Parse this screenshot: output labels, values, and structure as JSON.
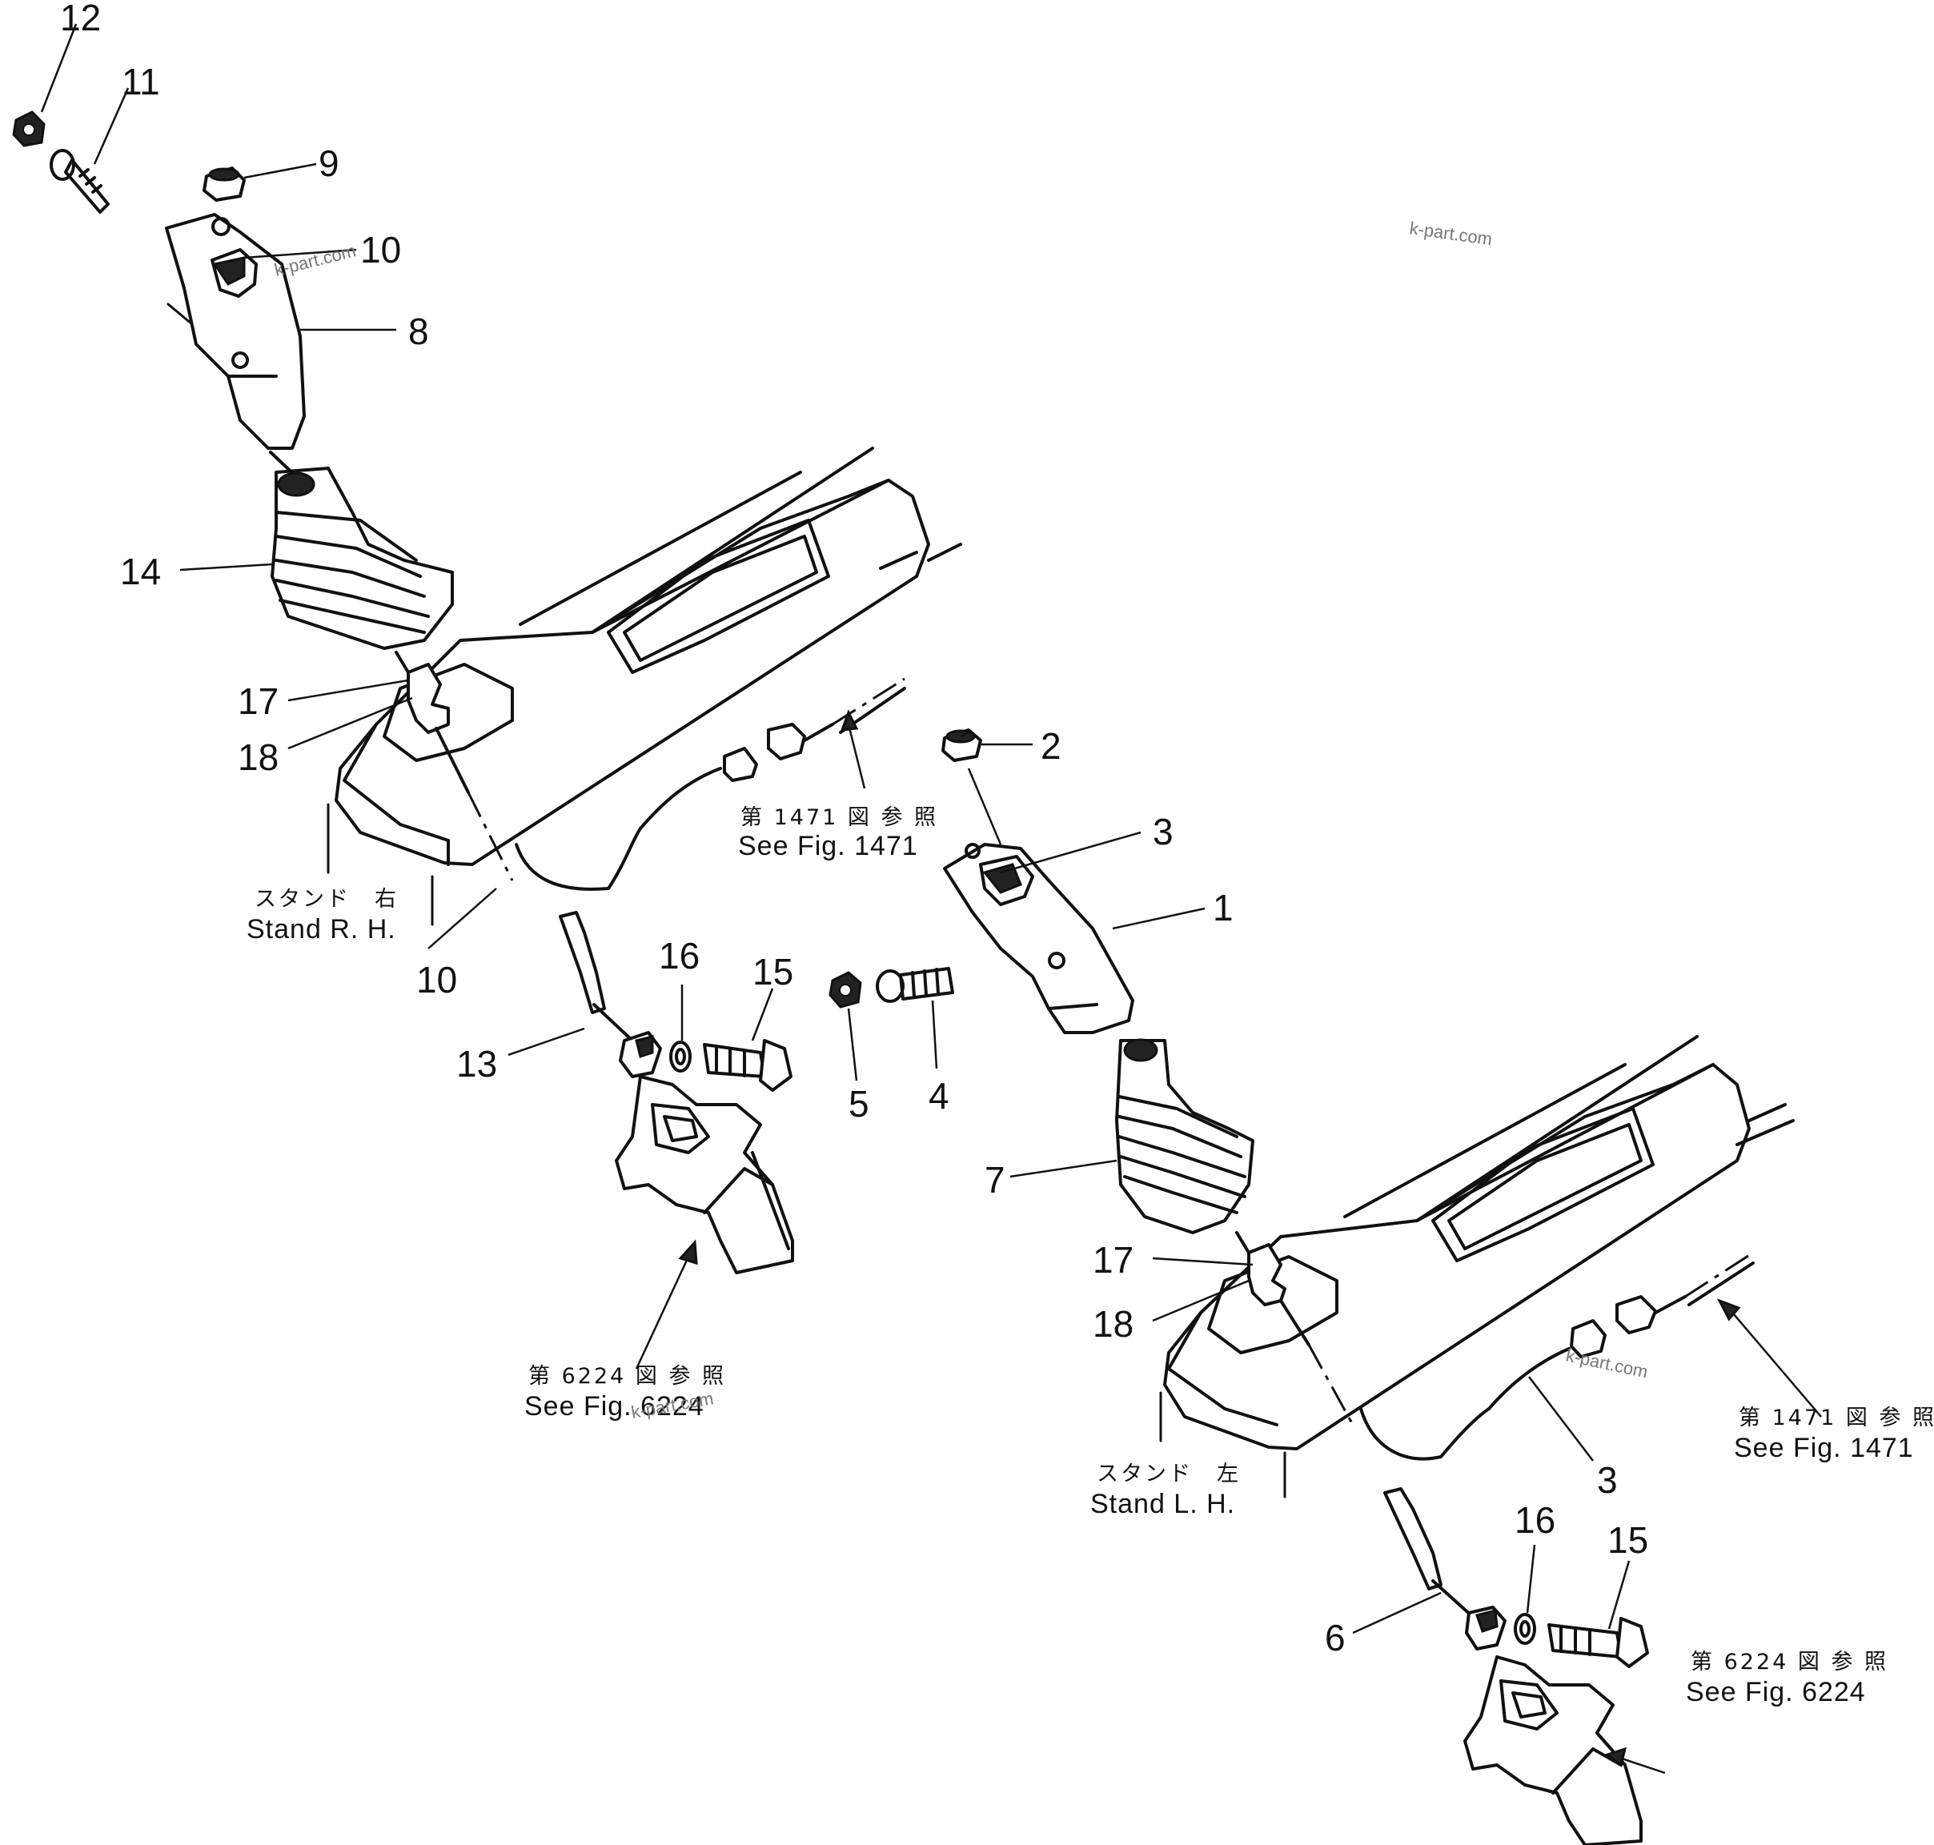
{
  "callouts": {
    "c1": "1",
    "c2": "2",
    "c3a": "3",
    "c3b": "3",
    "c4": "4",
    "c5": "5",
    "c6": "6",
    "c7": "7",
    "c8": "8",
    "c9": "9",
    "c10a": "10",
    "c10b": "10",
    "c11": "11",
    "c12": "12",
    "c13": "13",
    "c14": "14",
    "c15a": "15",
    "c15b": "15",
    "c16a": "16",
    "c16b": "16",
    "c17a": "17",
    "c17b": "17",
    "c18a": "18",
    "c18b": "18"
  },
  "notes": {
    "stand_rh_jp": "スタンド　右",
    "stand_rh_en": "Stand  R. H.",
    "stand_lh_jp": "スタンド　左",
    "stand_lh_en": "Stand  L. H.",
    "ref1471_top_jp": "第 1471 図 参 照",
    "ref1471_top_en": "See Fig. 1471",
    "ref1471_right_jp": "第 1471 図 参 照",
    "ref1471_right_en": "See Fig. 1471",
    "ref6224_mid_jp": "第 6224 図 参 照",
    "ref6224_mid_en": "See Fig. 6224",
    "ref6224_right_jp": "第 6224 図 参 照",
    "ref6224_right_en": "See Fig. 6224"
  },
  "watermarks": {
    "w1": "k-part.com",
    "w2": "k-part.com",
    "w3": "k-part.com",
    "w4": "k-part.com"
  }
}
